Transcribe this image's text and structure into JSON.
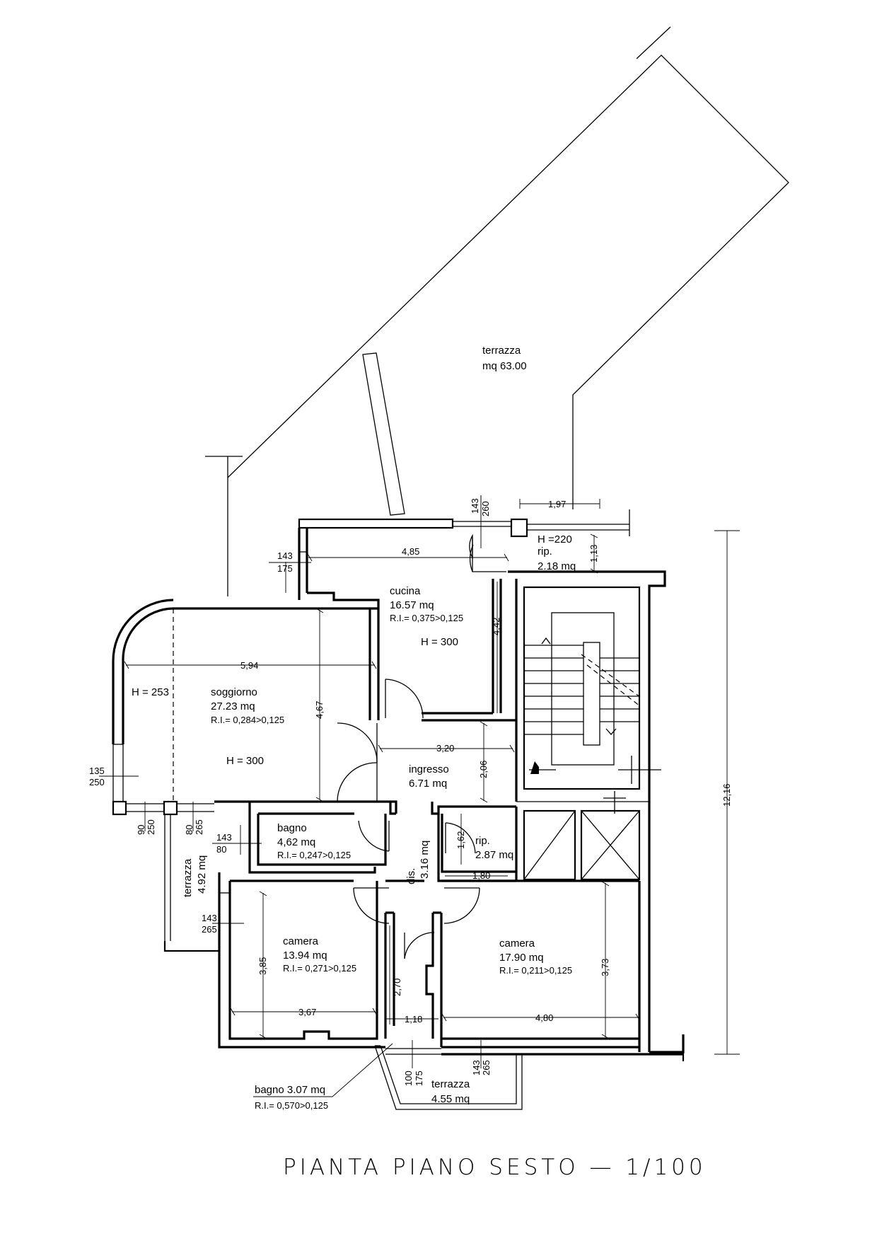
{
  "title": "PIANTA PIANO SESTO — 1/100",
  "rooms": {
    "terrazza_big": {
      "name": "terrazza",
      "area": "mq 63.00"
    },
    "cucina": {
      "name": "cucina",
      "area": "16.57 mq",
      "ri": "R.I.= 0,375>0,125",
      "h": "H = 300"
    },
    "rip1": {
      "h": "H =220",
      "name": "rip.",
      "area": "2.18 mq"
    },
    "soggiorno": {
      "name": "soggiorno",
      "area": "27.23 mq",
      "ri": "R.I.= 0,284>0,125",
      "h": "H = 300",
      "h2": "H = 253"
    },
    "ingresso": {
      "name": "ingresso",
      "area": "6.71 mq"
    },
    "bagno": {
      "name": "bagno",
      "area": "4,62 mq",
      "ri": "R.I.= 0,247>0,125"
    },
    "rip2": {
      "name": "rip.",
      "area": "2.87 mq"
    },
    "dis": {
      "name": "dis.",
      "area": "3.16 mq"
    },
    "terrazza_small": {
      "name": "terrazza",
      "area": "4.92 mq"
    },
    "camera1": {
      "name": "camera",
      "area": "13.94 mq",
      "ri": "R.I.= 0,271>0,125"
    },
    "camera2": {
      "name": "camera",
      "area": "17.90 mq",
      "ri": "R.I.= 0,211>0,125"
    },
    "terrazza_bottom": {
      "name": "terrazza",
      "area": "4.55 mq"
    },
    "bagno2": {
      "label": "bagno 3.07 mq",
      "ri": "R.I.= 0,570>0,125"
    }
  },
  "dimensions": {
    "d_485": "4,85",
    "d_197": "1,97",
    "d_113": "1,13",
    "d_442": "4,42",
    "d_594": "5,94",
    "d_467": "4,67",
    "d_320": "3,20",
    "d_206": "2,06",
    "d_1216": "12,16",
    "d_162": "1,62",
    "d_180": "1,80",
    "d_385": "3,85",
    "d_367": "3,67",
    "d_270": "2,70",
    "d_118": "1,18",
    "d_480": "4,80",
    "d_373": "3,73"
  },
  "window_fractions": {
    "w1": {
      "num": "143",
      "den": "260"
    },
    "w2": {
      "num": "143",
      "den": "175"
    },
    "w3": {
      "num": "135",
      "den": "250"
    },
    "w4": {
      "num": "90",
      "den": "250"
    },
    "w5": {
      "num": "80",
      "den": "265"
    },
    "w6": {
      "num": "143",
      "den": "80"
    },
    "w7": {
      "num": "143",
      "den": "265"
    },
    "w8": {
      "num": "100",
      "den": "175"
    },
    "w9": {
      "num": "143",
      "den": "265"
    }
  }
}
